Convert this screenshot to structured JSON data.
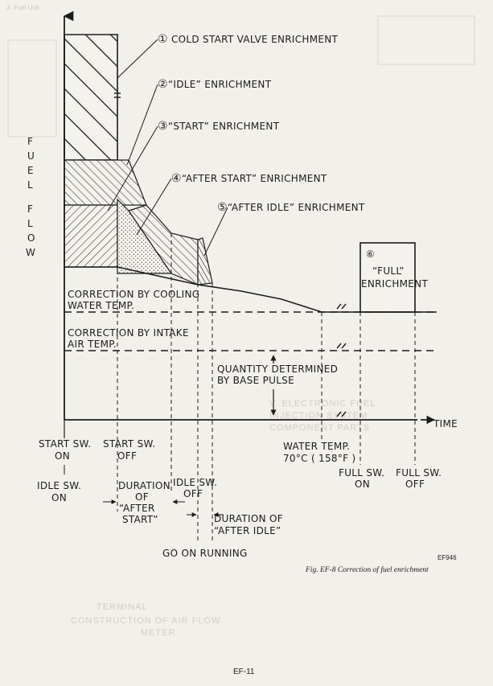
{
  "header": {
    "corner_text": "3. Fuel Unit"
  },
  "axes": {
    "y_label_letters": [
      "F",
      "U",
      "E",
      "L",
      "F",
      "L",
      "O",
      "W"
    ],
    "x_label": "TIME"
  },
  "enrichments": {
    "cold_start": {
      "number": "①",
      "text": "COLD START VALVE ENRICHMENT"
    },
    "idle": {
      "number": "②",
      "text": "“IDLE” ENRICHMENT"
    },
    "start": {
      "number": "③",
      "text": "“START” ENRICHMENT"
    },
    "after_start": {
      "number": "④",
      "text": "“AFTER START” ENRICHMENT"
    },
    "after_idle": {
      "number": "⑤",
      "text": "“AFTER IDLE” ENRICHMENT"
    },
    "full": {
      "number": "⑥",
      "line1": "“FULL”",
      "line2": "ENRICHMENT"
    }
  },
  "corrections": {
    "cooling_line1": "CORRECTION BY COOLING",
    "cooling_line2": "WATER TEMP.",
    "intake_line1": "CORRECTION BY INTAKE",
    "intake_line2": "AIR TEMP.",
    "base_line1": "QUANTITY DETERMINED",
    "base_line2": "BY BASE PULSE"
  },
  "events": {
    "start_sw_on_1": "START SW.",
    "start_sw_on_2": "ON",
    "start_sw_off_1": "START SW.",
    "start_sw_off_2": "OFF",
    "idle_sw_on_1": "IDLE SW.",
    "idle_sw_on_2": "ON",
    "duration_after_start_1": "DURATION",
    "duration_after_start_2": "OF",
    "duration_after_start_3": "“AFTER",
    "duration_after_start_4": "START”",
    "idle_sw_off_1": "IDLE SW.",
    "idle_sw_off_2": "OFF",
    "duration_after_idle_1": "DURATION OF",
    "duration_after_idle_2": "“AFTER IDLE”",
    "go_on_running": "GO ON RUNNING",
    "water_temp_1": "WATER TEMP.",
    "water_temp_2": "70°C ( 158°F )",
    "full_sw_on_1": "FULL SW.",
    "full_sw_on_2": "ON",
    "full_sw_off_1": "FULL SW.",
    "full_sw_off_2": "OFF"
  },
  "caption": {
    "code": "EF946",
    "text": "Fig. EF-8  Correction of fuel enrichment"
  },
  "footer": {
    "page_number": "EF-11"
  },
  "bleed": {
    "line1": "V. ELECTRONIC FUEL",
    "line2": "INJECTION SYSTEM",
    "line3": "COMPONENT PARTS",
    "line4": "CONSTRUCTION OF AIR FLOW",
    "line5": "METER",
    "line6": "TERMINAL"
  }
}
